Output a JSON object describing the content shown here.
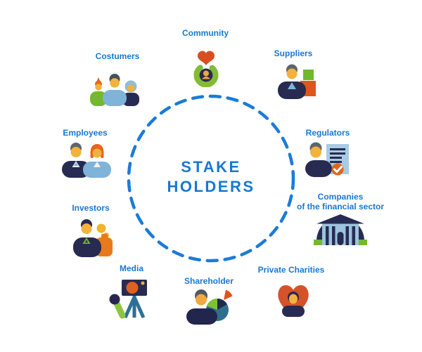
{
  "title": {
    "line1": "STAKE",
    "line2": "HOLDERS"
  },
  "stakeholders": [
    {
      "id": "community",
      "label": "Community",
      "icon": "community-icon"
    },
    {
      "id": "costumers",
      "label": "Costumers",
      "icon": "costumers-icon"
    },
    {
      "id": "suppliers",
      "label": "Suppliers",
      "icon": "suppliers-icon"
    },
    {
      "id": "employees",
      "label": "Employees",
      "icon": "employees-icon"
    },
    {
      "id": "regulators",
      "label": "Regulators",
      "icon": "regulators-icon"
    },
    {
      "id": "investors",
      "label": "Investors",
      "icon": "investors-icon"
    },
    {
      "id": "companies-financial-sector",
      "label": "Companies of the financial sector",
      "label_lines": [
        "Companies",
        "of the financial sector"
      ],
      "icon": "bank-building-icon"
    },
    {
      "id": "media",
      "label": "Media",
      "icon": "camera-microphone-icon"
    },
    {
      "id": "shareholder",
      "label": "Shareholder",
      "icon": "shareholder-pie-icon"
    },
    {
      "id": "private-charities",
      "label": "Private Charities",
      "icon": "heart-person-icon"
    }
  ],
  "colors": {
    "accent_blue": "#1778d2",
    "circle_blue": "#1b7bd8",
    "navy": "#272b52",
    "orange": "#e0551c",
    "green": "#7cb82f",
    "yellow": "#f2b23c",
    "light_blue": "#7fb3d8",
    "steel_blue": "#2e6f96",
    "gray_hair": "#5b666d"
  }
}
